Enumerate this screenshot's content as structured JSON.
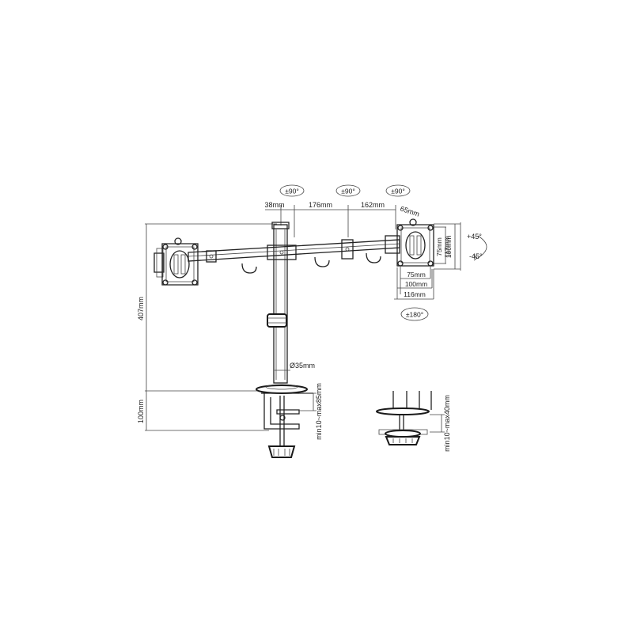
{
  "rotation_labels": {
    "left_arm": "±90°",
    "mid_arm": "±90°",
    "right_arm": "±90°",
    "swivel_bottom": "±180°",
    "tilt_up": "+45°",
    "tilt_down": "-45°"
  },
  "dimensions": {
    "d38": "38mm",
    "d176": "176mm",
    "d162": "162mm",
    "d65": "65mm",
    "v75": "75mm",
    "v100": "100mm",
    "v117": "117mm",
    "h75": "75mm",
    "h100": "100mm",
    "h116": "116mm",
    "height407": "407mm",
    "pole_dia": "Ø35mm",
    "clamp100": "100mm",
    "desk_range_main": "min10~max85mm",
    "desk_range_alt": "min10~max40mm"
  }
}
